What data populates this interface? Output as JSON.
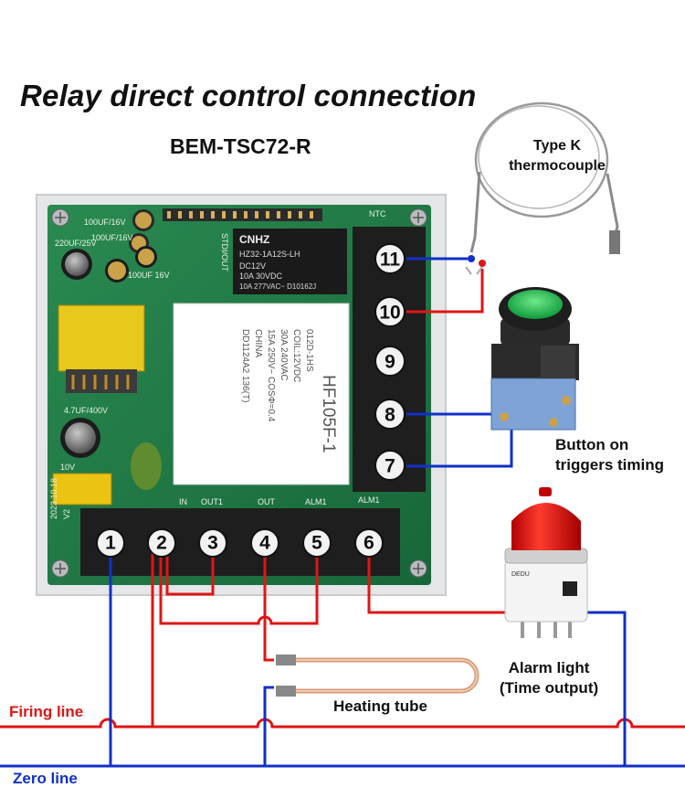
{
  "title": "Relay direct control connection",
  "model": "BEM-TSC72-R",
  "thermocouple_label_line1": "Type K",
  "thermocouple_label_line2": "thermocouple",
  "button_label_line1": "Button on",
  "button_label_line2": "triggers timing",
  "alarm_label_line1": "Alarm light",
  "alarm_label_line2": "(Time output)",
  "heating_label": "Heating tube",
  "firing_line_label": "Firing line",
  "zero_line_label": "Zero line",
  "colors": {
    "firing_line": "#e01515",
    "zero_line": "#1030c8",
    "pcb": "#1f7a45",
    "terminal": "#1a1a1a"
  },
  "terminals": {
    "t1": "1",
    "t2": "2",
    "t3": "3",
    "t4": "4",
    "t5": "5",
    "t6": "6",
    "t7": "7",
    "t8": "8",
    "t9": "9",
    "t10": "10",
    "t11": "11"
  },
  "board_labels": {
    "relay_small_brand": "CNHZ",
    "relay_small_model": "HZ32-1A12S-LH",
    "relay_small_spec1": "DC12V",
    "relay_small_spec2": "10A 30VDC",
    "relay_small_spec3": "10A 277VAC~ D10162J",
    "relay_big_model": "HF105F-1",
    "relay_big_code": "012D-1HS",
    "relay_big_coil": "COIL:12VDC",
    "relay_big_spec1": "30A 240VAC",
    "relay_big_spec2": "15A 250V~ COSΦ=0.4",
    "relay_big_origin": "CHINA",
    "relay_big_lot": "DD1124A2 136(T)",
    "pin_in": "IN",
    "pin_out1": "OUT1",
    "pin_out2": "OUT",
    "pin_alm1": "ALM1",
    "pin_alm1b": "ALM1",
    "ntc": "NTC",
    "cap1": "100UF/16V",
    "cap2": "100UF/16V",
    "cap3": "220UF/25V",
    "cap4": "100UF 16V",
    "cap5": "4.7UF/400V",
    "header": "STDI/OUT",
    "date": "2023.10.18",
    "ver": "V2",
    "varistor": "10V"
  },
  "alarm_light_brand": "DEDU"
}
